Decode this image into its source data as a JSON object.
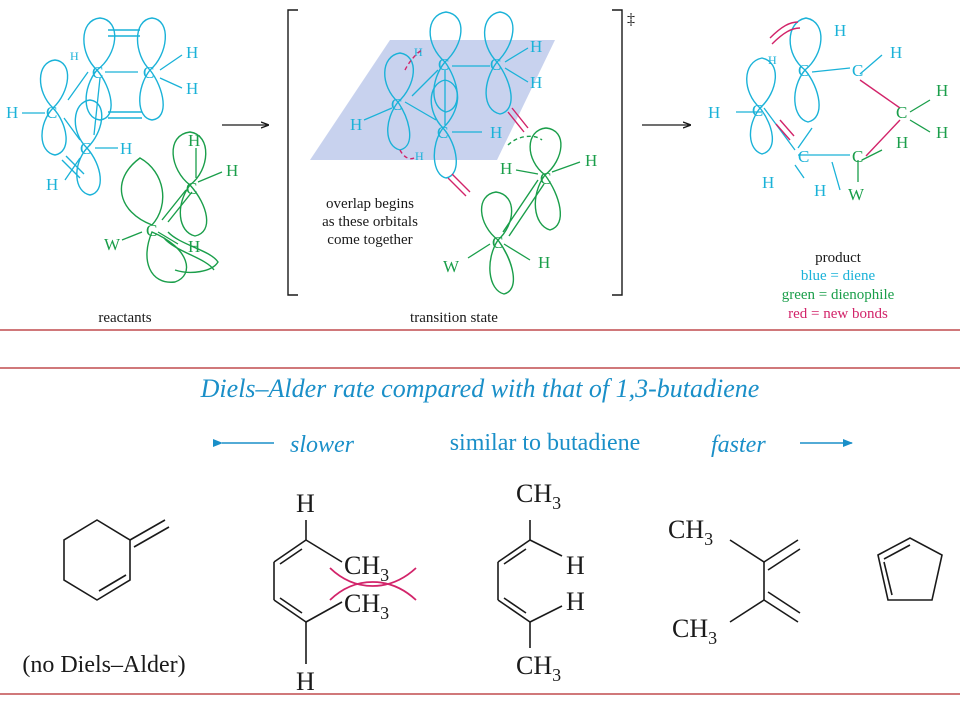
{
  "colors": {
    "diene": "#1ab2d8",
    "dienophile": "#1a9e4a",
    "new_bonds": "#d2246a",
    "rule": "#b4282a",
    "title": "#1a8fc8",
    "plane": "#c8d2ee",
    "ink": "#1a1a1a"
  },
  "top": {
    "reactants_caption": "reactants",
    "ts_caption": "transition state",
    "ts_dagger": "‡",
    "overlap_note": [
      "overlap begins",
      "as these orbitals",
      "come together"
    ],
    "product_legend": {
      "product": "product",
      "blue": "blue = diene",
      "green": "green = dienophile",
      "red": "red = new bonds"
    },
    "atoms": {
      "C": "C",
      "H": "H",
      "W": "W"
    }
  },
  "bottom": {
    "title": "Diels–Alder rate compared with that of 1,3-butadiene",
    "slower": "slower",
    "similar": "similar to butadiene",
    "faster": "faster",
    "no_da": "(no Diels–Alder)",
    "ch3_base": "CH",
    "ch3_sub": "3",
    "h": "H"
  }
}
